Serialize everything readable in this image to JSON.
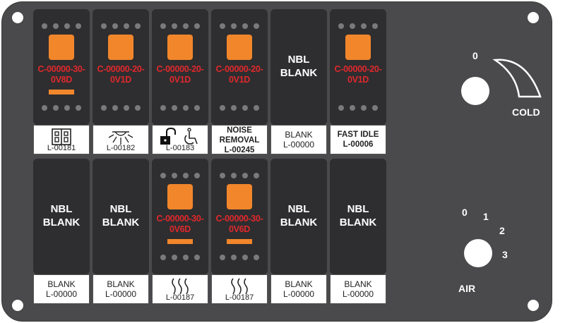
{
  "top_row": [
    {
      "type": "switch",
      "code": [
        "C-00000-30-",
        "0V8D"
      ],
      "indicator": true,
      "label_kind": "icon",
      "icon": "battery-icon",
      "label_num": "L-00181"
    },
    {
      "type": "switch",
      "code": [
        "C-00000-20-",
        "0V1D"
      ],
      "indicator": false,
      "label_kind": "icon",
      "icon": "light-icon",
      "label_num": "L-00182"
    },
    {
      "type": "switch",
      "code": [
        "C-00000-20-",
        "0V1D"
      ],
      "indicator": false,
      "label_kind": "icon",
      "icon": "lock-wheelchair-icon",
      "label_num": "L-00183"
    },
    {
      "type": "switch",
      "code": [
        "C-00000-20-",
        "0V1D"
      ],
      "indicator": false,
      "label_kind": "bold",
      "label_lines": [
        "NOISE",
        "REMOVAL",
        "L-00245"
      ]
    },
    {
      "type": "blank",
      "nbl": [
        "NBL",
        "BLANK"
      ],
      "label_kind": "text",
      "label_lines": [
        "BLANK",
        "L-00000"
      ]
    },
    {
      "type": "switch",
      "code": [
        "C-00000-20-",
        "0V1D"
      ],
      "indicator": false,
      "label_kind": "bold",
      "label_lines": [
        "FAST IDLE",
        "L-00006"
      ]
    }
  ],
  "bottom_row": [
    {
      "type": "blank",
      "nbl": [
        "NBL",
        "BLANK"
      ],
      "label_kind": "text",
      "label_lines": [
        "BLANK",
        "L-00000"
      ]
    },
    {
      "type": "blank",
      "nbl": [
        "NBL",
        "BLANK"
      ],
      "label_kind": "text",
      "label_lines": [
        "BLANK",
        "L-00000"
      ]
    },
    {
      "type": "switch",
      "code": [
        "C-00000-30-",
        "0V6D"
      ],
      "indicator": true,
      "label_kind": "icon",
      "icon": "heat-waves-icon",
      "label_num": "L-00187"
    },
    {
      "type": "switch",
      "code": [
        "C-00000-30-",
        "0V6D"
      ],
      "indicator": true,
      "label_kind": "icon",
      "icon": "heat-waves-icon",
      "label_num": "L-00187"
    },
    {
      "type": "blank",
      "nbl": [
        "NBL",
        "BLANK"
      ],
      "label_kind": "text",
      "label_lines": [
        "BLANK",
        "L-00000"
      ]
    },
    {
      "type": "blank",
      "nbl": [
        "NBL",
        "BLANK"
      ],
      "label_kind": "text",
      "label_lines": [
        "BLANK",
        "L-00000"
      ]
    }
  ],
  "temp_dial": {
    "zero": "0",
    "label": "COLD"
  },
  "air_dial": {
    "positions": [
      "0",
      "1",
      "2",
      "3"
    ],
    "label": "AIR"
  },
  "colors": {
    "panel": "#4a4a4c",
    "switch": "#2e2e30",
    "button": "#f2862b",
    "code": "#e0282c",
    "dots": "#7a7a7c"
  }
}
